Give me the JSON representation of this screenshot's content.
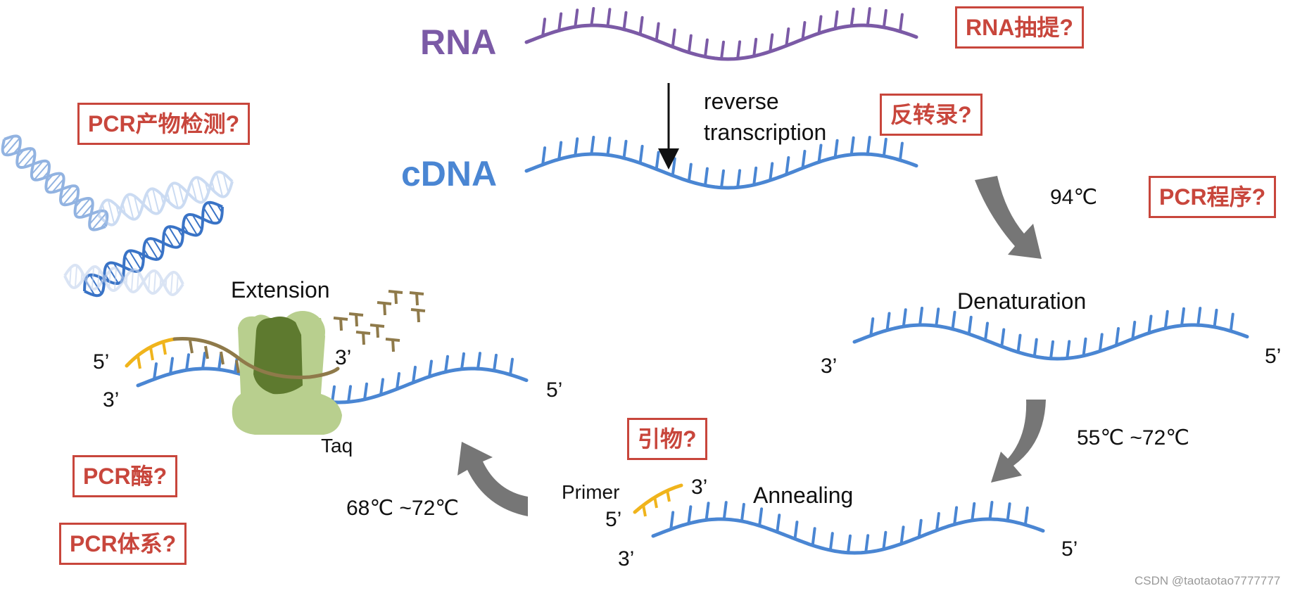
{
  "labels": {
    "rna": "RNA",
    "cdna": "cDNA",
    "reverse": "reverse",
    "transcription": "transcription",
    "denaturation": "Denaturation",
    "annealing": "Annealing",
    "extension": "Extension",
    "taq": "Taq",
    "primer": "Primer",
    "t94": "94℃",
    "t55": "55℃ ~72℃",
    "t68": "68℃ ~72℃",
    "p3": "3’",
    "p5": "5’"
  },
  "questions": {
    "rna_extract": "RNA抽提?",
    "reverse_tx": "反转录?",
    "pcr_program": "PCR程序?",
    "pcr_detect": "PCR产物检测?",
    "primer": "引物?",
    "pcr_enzyme": "PCR酶?",
    "pcr_system": "PCR体系?"
  },
  "watermark": "CSDN @taotaotao7777777",
  "colors": {
    "rna": "#7b5aa6",
    "dna": "#4a86d3",
    "primer": "#f0b41c",
    "nucleotide": "#8f7a4a",
    "taq_light": "#b8cf8e",
    "taq_dark": "#5e7a2f",
    "question_border": "#c8463c",
    "arrow": "#767676"
  }
}
